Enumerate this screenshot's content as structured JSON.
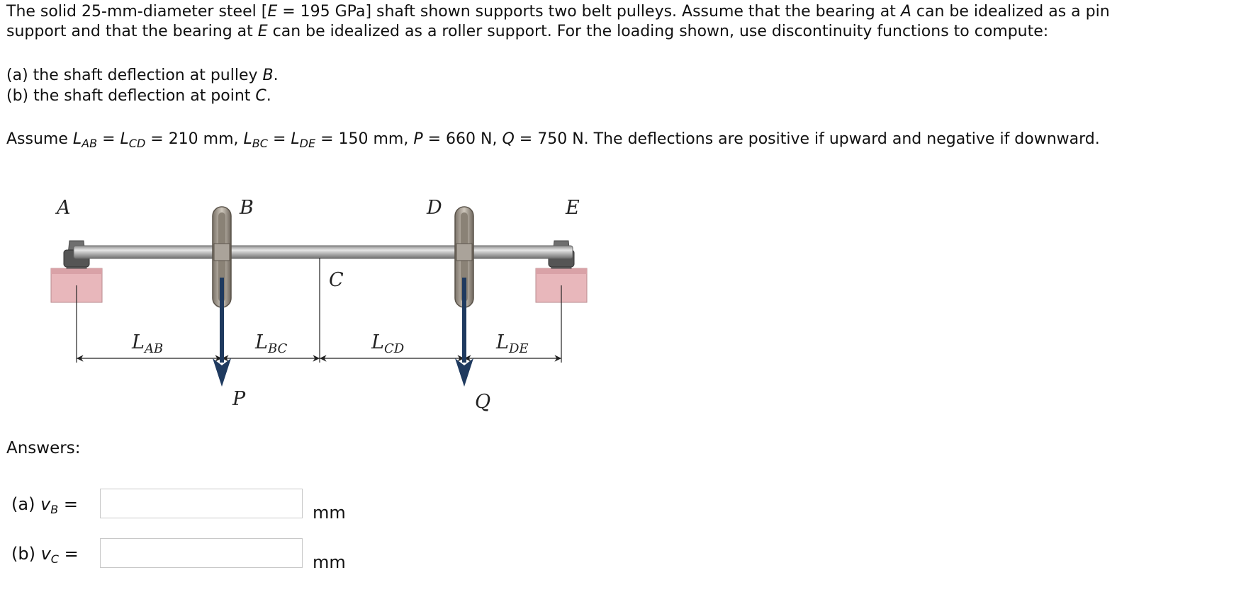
{
  "problem": {
    "intro_line1": "The solid 25-mm-diameter steel [",
    "E_sym": "E",
    "E_val": " = 195 GPa] shaft shown supports two belt pulleys. Assume that the bearing at ",
    "A_sym": "A",
    "tail1": " can be idealized as a pin",
    "line2_a": "support and that the bearing at ",
    "E2_sym": "E",
    "line2_b": " can be idealized as a roller support. For the loading shown, use discontinuity functions to compute:",
    "part_a_prefix": "(a) the shaft deflection at pulley ",
    "part_a_sym": "B",
    "part_a_suffix": ".",
    "part_b_prefix": "(b) the shaft deflection at point ",
    "part_b_sym": "C",
    "part_b_suffix": ".",
    "assume_prefix": "Assume ",
    "L": "L",
    "AB": "AB",
    "CD": "CD",
    "BC": "BC",
    "DE": "DE",
    "eq": " = ",
    "len1": "210 mm, ",
    "len2": "150 mm, ",
    "P": "P",
    "P_val": " = 660 N, ",
    "Q": "Q",
    "Q_val": " = 750 N. The deflections are positive if upward and negative if downward."
  },
  "figure": {
    "labels": {
      "A": "A",
      "B": "B",
      "C": "C",
      "D": "D",
      "E": "E",
      "P": "P",
      "Q": "Q",
      "L": "L",
      "AB": "AB",
      "BC": "BC",
      "CD": "CD",
      "DE": "DE"
    },
    "colors": {
      "support": "#e8b7bb",
      "shaft": "#b5b5b5",
      "pulley": "#9c948a",
      "arrow": "#1f3a5f"
    }
  },
  "answers": {
    "heading": "Answers:",
    "a_prefix": "(a) ",
    "a_var": "v",
    "a_sub": "B",
    "b_prefix": "(b) ",
    "b_var": "v",
    "b_sub": "C",
    "equals": " =",
    "a_value": "",
    "b_value": "",
    "unit": "mm"
  }
}
